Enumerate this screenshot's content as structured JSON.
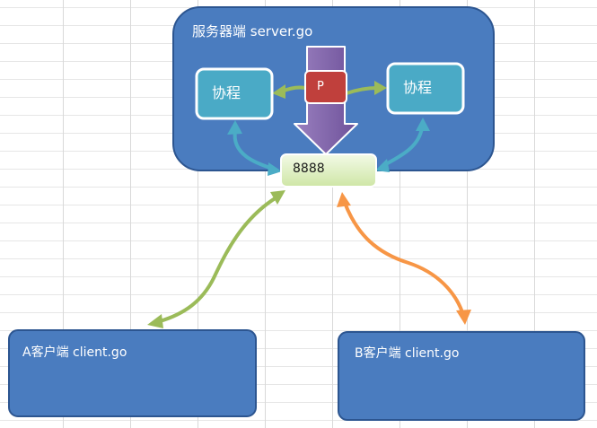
{
  "server": {
    "title": "服务器端  server.go"
  },
  "workers": {
    "left_label": "协程",
    "right_label": "协程"
  },
  "processor": {
    "label": "P"
  },
  "port": {
    "label": "8888"
  },
  "clients": {
    "a_label": "A客户端  client.go",
    "b_label": "B客户端  client.go"
  },
  "colors": {
    "box_blue": "#4a7cbf",
    "box_border": "#2c5590",
    "worker_teal": "#4aaac6",
    "processor_red": "#c0403c",
    "purple_arrow": "#8064a2",
    "green_link": "#9bbb59",
    "blue_link": "#4bacc6",
    "orange_link": "#f79646",
    "port_fill": "#e4f2c8"
  }
}
